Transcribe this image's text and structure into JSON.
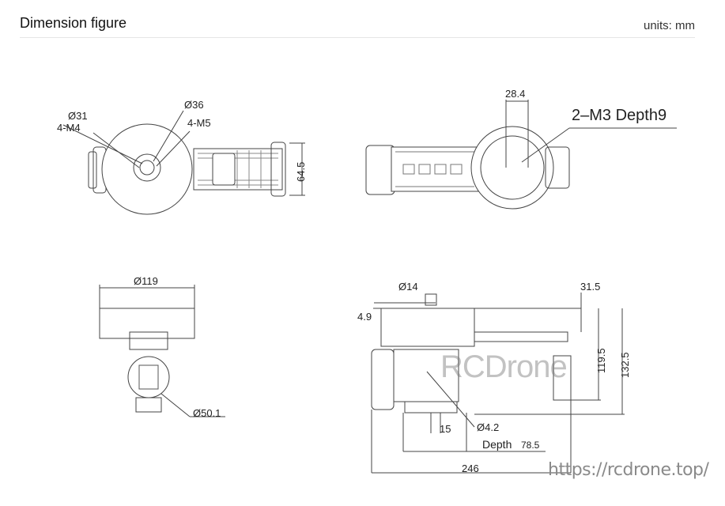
{
  "header": {
    "title": "Dimension figure",
    "units": "units: mm"
  },
  "views": {
    "top": {
      "d31": "Ø31",
      "m4": "4-M4",
      "d36": "Ø36",
      "m5": "4-M5",
      "w": "64.5"
    },
    "bottom": {
      "w": "28.4",
      "note": "2–M3 Depth9"
    },
    "front": {
      "d119": "Ø119",
      "d50": "Ø50.1"
    },
    "side": {
      "d14": "Ø14",
      "t": "4.9",
      "o": "31.5",
      "h1": "119.5",
      "h2": "132.5",
      "d42": "Ø4.2",
      "s": "15",
      "depth": "Depth",
      "depthv": "78.5",
      "len": "246"
    }
  },
  "watermark": {
    "brand": "RCDrone",
    "url": "https://rcdrone.top/"
  }
}
